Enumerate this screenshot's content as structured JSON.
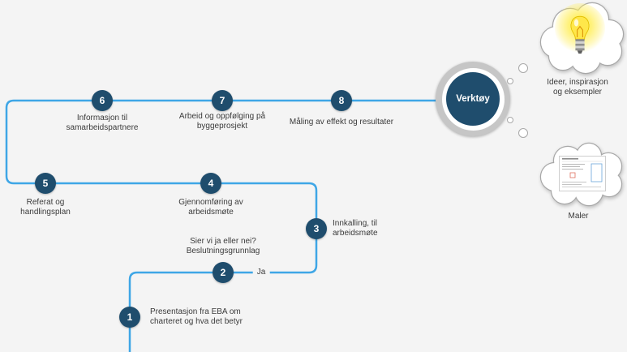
{
  "steps": [
    {
      "number": "1",
      "lines": [
        "Presentasjon fra EBA om",
        "charteret og hva det betyr"
      ]
    },
    {
      "number": "2",
      "lines": [
        "Sier vi ja eller nei?",
        "Beslutningsgrunnlag"
      ]
    },
    {
      "number": "3",
      "lines": [
        "Innkalling, til",
        "arbeidsmøte"
      ]
    },
    {
      "number": "4",
      "lines": [
        "Gjennomføring av",
        "arbeidsmøte"
      ]
    },
    {
      "number": "5",
      "lines": [
        "Referat og",
        "handlingsplan"
      ]
    },
    {
      "number": "6",
      "lines": [
        "Informasjon til",
        "samarbeidspartnere"
      ]
    },
    {
      "number": "7",
      "lines": [
        "Arbeid og oppfølging på",
        "byggeprosjekt"
      ]
    },
    {
      "number": "8",
      "lines": [
        "Måling av effekt og resultater"
      ]
    }
  ],
  "decision": {
    "yes_label": "Ja"
  },
  "tool_hub": {
    "label": "Verktøy"
  },
  "tool_bubbles": [
    {
      "icon": "lightbulb-icon",
      "lines": [
        "Ideer, inspirasjon",
        "og eksempler"
      ]
    },
    {
      "icon": "template-document-icon",
      "lines": [
        "Maler"
      ]
    }
  ],
  "colors": {
    "background": "#f4f4f4",
    "flow_line": "#3ea6e6",
    "node": "#1f4d6d",
    "node_text": "#ffffff",
    "hub_ring": "#c6c6c6",
    "label_text": "#3b3b3b",
    "cloud_outline": "#a8a8a8"
  }
}
